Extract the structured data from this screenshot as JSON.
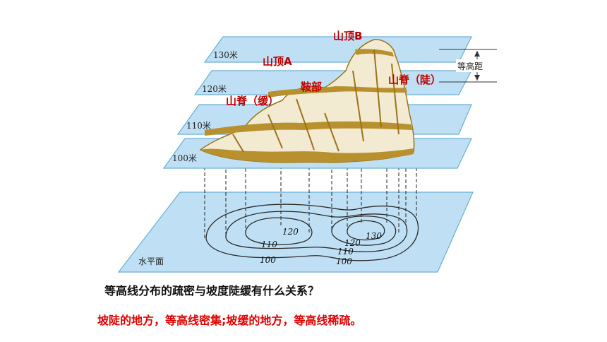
{
  "diagram": {
    "planes": [
      {
        "label": "130米"
      },
      {
        "label": "120米"
      },
      {
        "label": "110米"
      },
      {
        "label": "100米"
      }
    ],
    "base_plane_label": "水平面",
    "interval_label": "等高距",
    "features": {
      "peak_a": "山顶A",
      "peak_b": "山顶B",
      "saddle": "鞍部",
      "ridge_gentle": "山脊（缓）",
      "ridge_steep": "山脊（陡）"
    },
    "contour_numbers": {
      "c120_left": "120",
      "c130": "130",
      "c120_right": "120",
      "c110_left": "110",
      "c110_right": "110",
      "c100_left": "100",
      "c100_right": "100"
    }
  },
  "text": {
    "question": "等高线分布的疏密与坡度陡缓有什么关系？",
    "answer": "坡陡的地方，等高线密集;坡缓的地方，等高线稀疏。"
  },
  "colors": {
    "plane_fill": "#bfe0f4",
    "mountain_band": "#b8902e",
    "answer_red": "#e00000",
    "label_red": "#c00000"
  }
}
